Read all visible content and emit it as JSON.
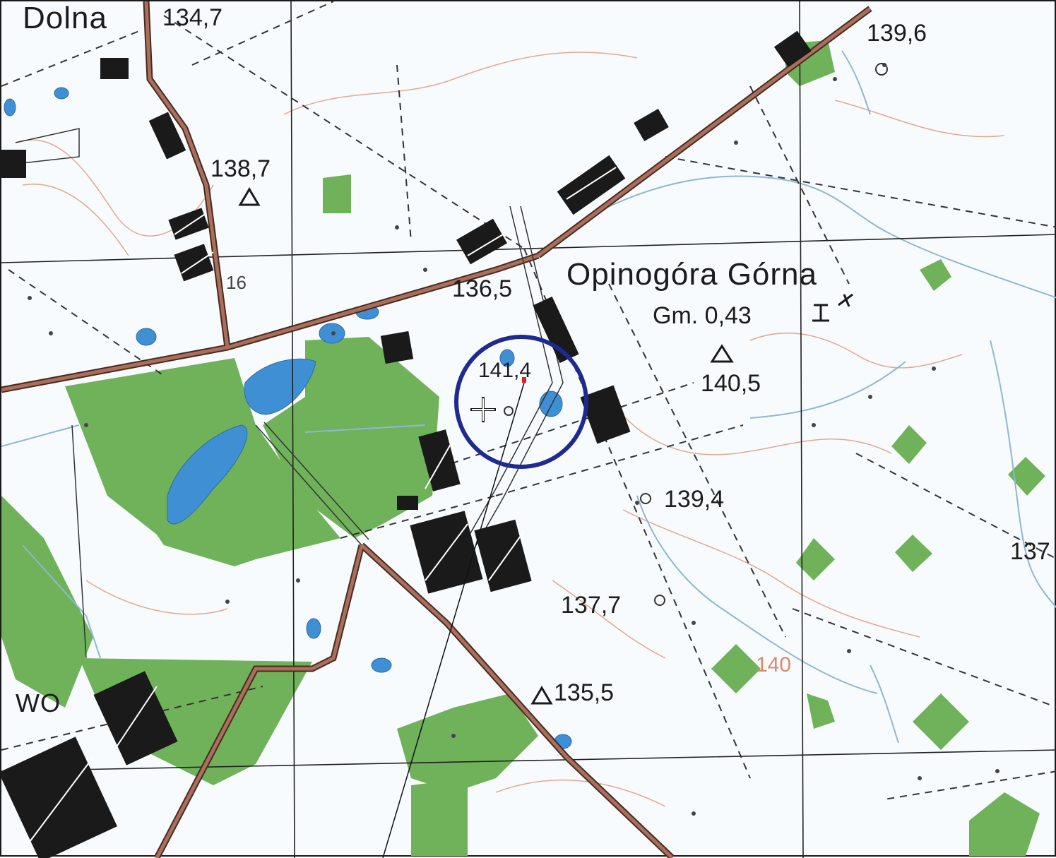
{
  "map": {
    "place_names": {
      "opinogora_gorna": "Opinogóra Górna",
      "dolna": "Dolna",
      "wo_fragment": "WO"
    },
    "feature_labels": {
      "gmina_office": "Gm. 0,43",
      "top_left_elev": "134,7"
    },
    "elevations": {
      "e1396": "139,6",
      "e1387": "138,7",
      "e1365": "136,5",
      "e1405": "140,5",
      "e141": "141,4",
      "e1394": "139,4",
      "e1377": "137,7",
      "e1355": "135,5",
      "e137": "137"
    },
    "contour_labels": {
      "c140": "140",
      "c16": "16"
    },
    "colors": {
      "forest": "#6fb25a",
      "water": "#3f8fd4",
      "road": "#8b5a48",
      "contour": "#d98a6c",
      "stream": "#8fb6d8",
      "marker_circle": "#1f2a8f",
      "marker_point": "#e02020"
    }
  }
}
